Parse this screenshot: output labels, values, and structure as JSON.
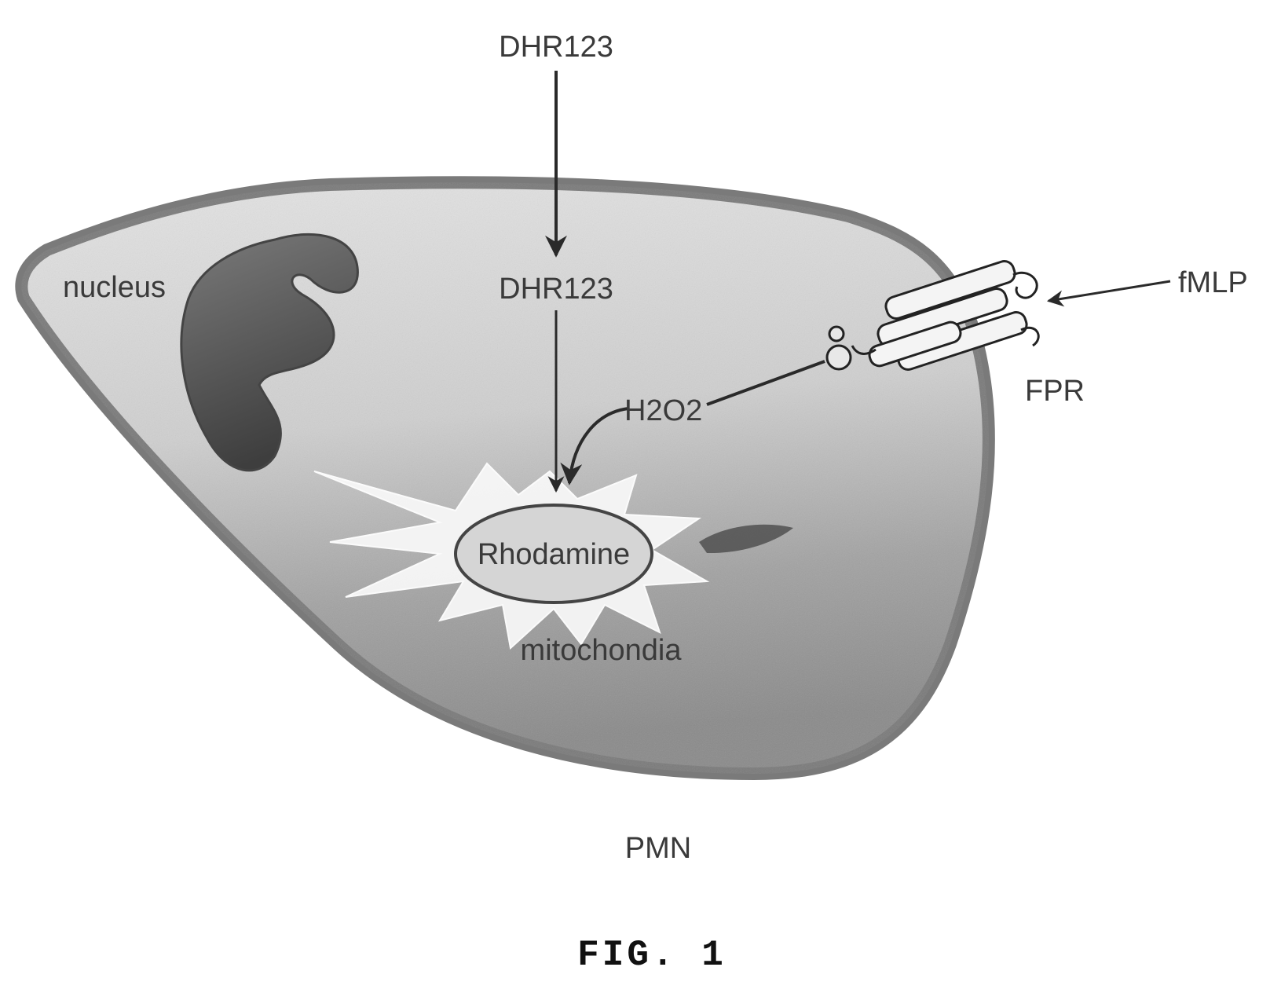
{
  "labels": {
    "dhr123_outside": "DHR123",
    "dhr123_inside": "DHR123",
    "nucleus": "nucleus",
    "fmlp": "fMLP",
    "fpr": "FPR",
    "h2o2": "H2O2",
    "rhodamine": "Rhodamine",
    "mitochondria": "mitochondia",
    "pmn": "PMN"
  },
  "caption": "FIG. 1",
  "colors": {
    "cell_fill_light": "#d8d8d8",
    "cell_fill_dark": "#8c8c8c",
    "membrane": "#7a7a7a",
    "nucleus": "#5a5a5a",
    "arrow": "#2a2a2a",
    "text": "#3a3a3a"
  }
}
